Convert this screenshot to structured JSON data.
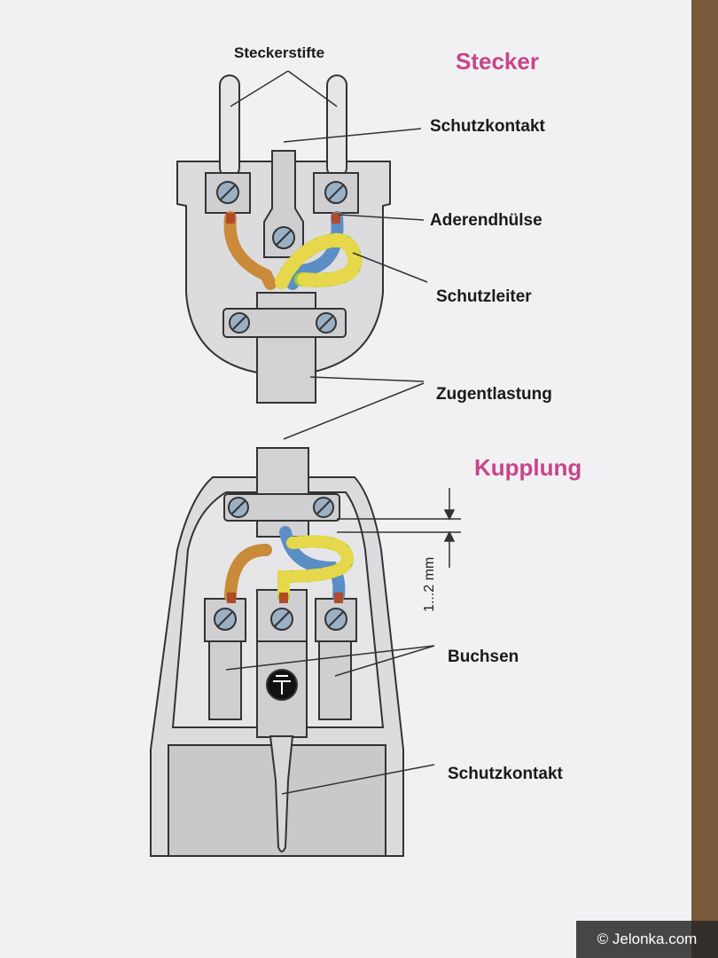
{
  "titles": {
    "stecker": "Stecker",
    "kupplung": "Kupplung"
  },
  "labels": {
    "steckerstifte": "Steckerstifte",
    "schutzkontakt_top": "Schutzkontakt",
    "aderendhuelse": "Aderendhülse",
    "schutzleiter": "Schutzleiter",
    "zugentlastung": "Zugentlastung",
    "buchsen": "Buchsen",
    "schutzkontakt_bottom": "Schutzkontakt"
  },
  "dimension": "1...2 mm",
  "watermark": "© Jelonka.com",
  "colors": {
    "title": "#c8458a",
    "housing": "#d9d9dc",
    "outline": "#333333",
    "brown_wire": "#c98a3a",
    "blue_wire": "#5b8ec4",
    "green_yellow_wire_a": "#9acd32",
    "green_yellow_wire_b": "#e6d84a"
  }
}
